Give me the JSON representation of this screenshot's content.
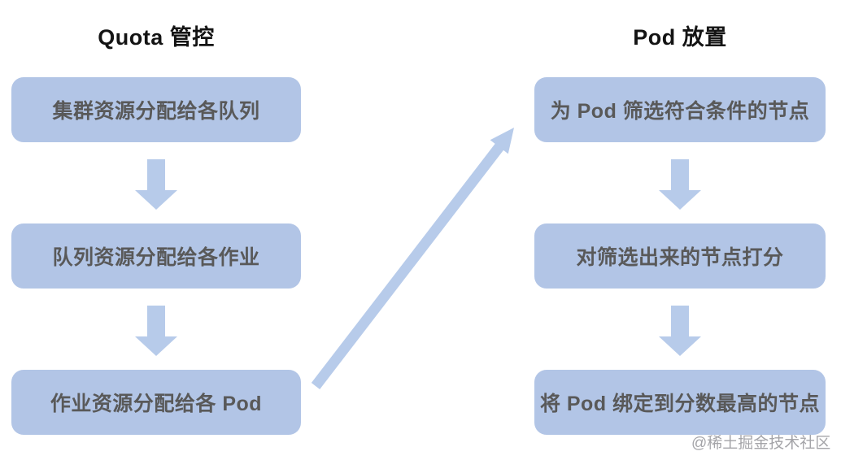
{
  "diagram": {
    "columns": [
      {
        "title": "Quota 管控",
        "steps": [
          "集群资源分配给各队列",
          "队列资源分配给各作业",
          "作业资源分配给各 Pod"
        ]
      },
      {
        "title": "Pod 放置",
        "steps": [
          "为 Pod 筛选符合条件的节点",
          "对筛选出来的节点打分",
          "将 Pod 绑定到分数最高的节点"
        ]
      }
    ],
    "connector": {
      "from": "作业资源分配给各 Pod",
      "to": "为 Pod 筛选符合条件的节点",
      "direction": "up-right"
    },
    "colors": {
      "box_fill": "#B2C5E6",
      "arrow_fill": "#B7CBEA",
      "box_text": "#595959",
      "title_text": "#141414",
      "watermark_text": "#8E8E93"
    },
    "watermark": "@稀土掘金技术社区"
  }
}
